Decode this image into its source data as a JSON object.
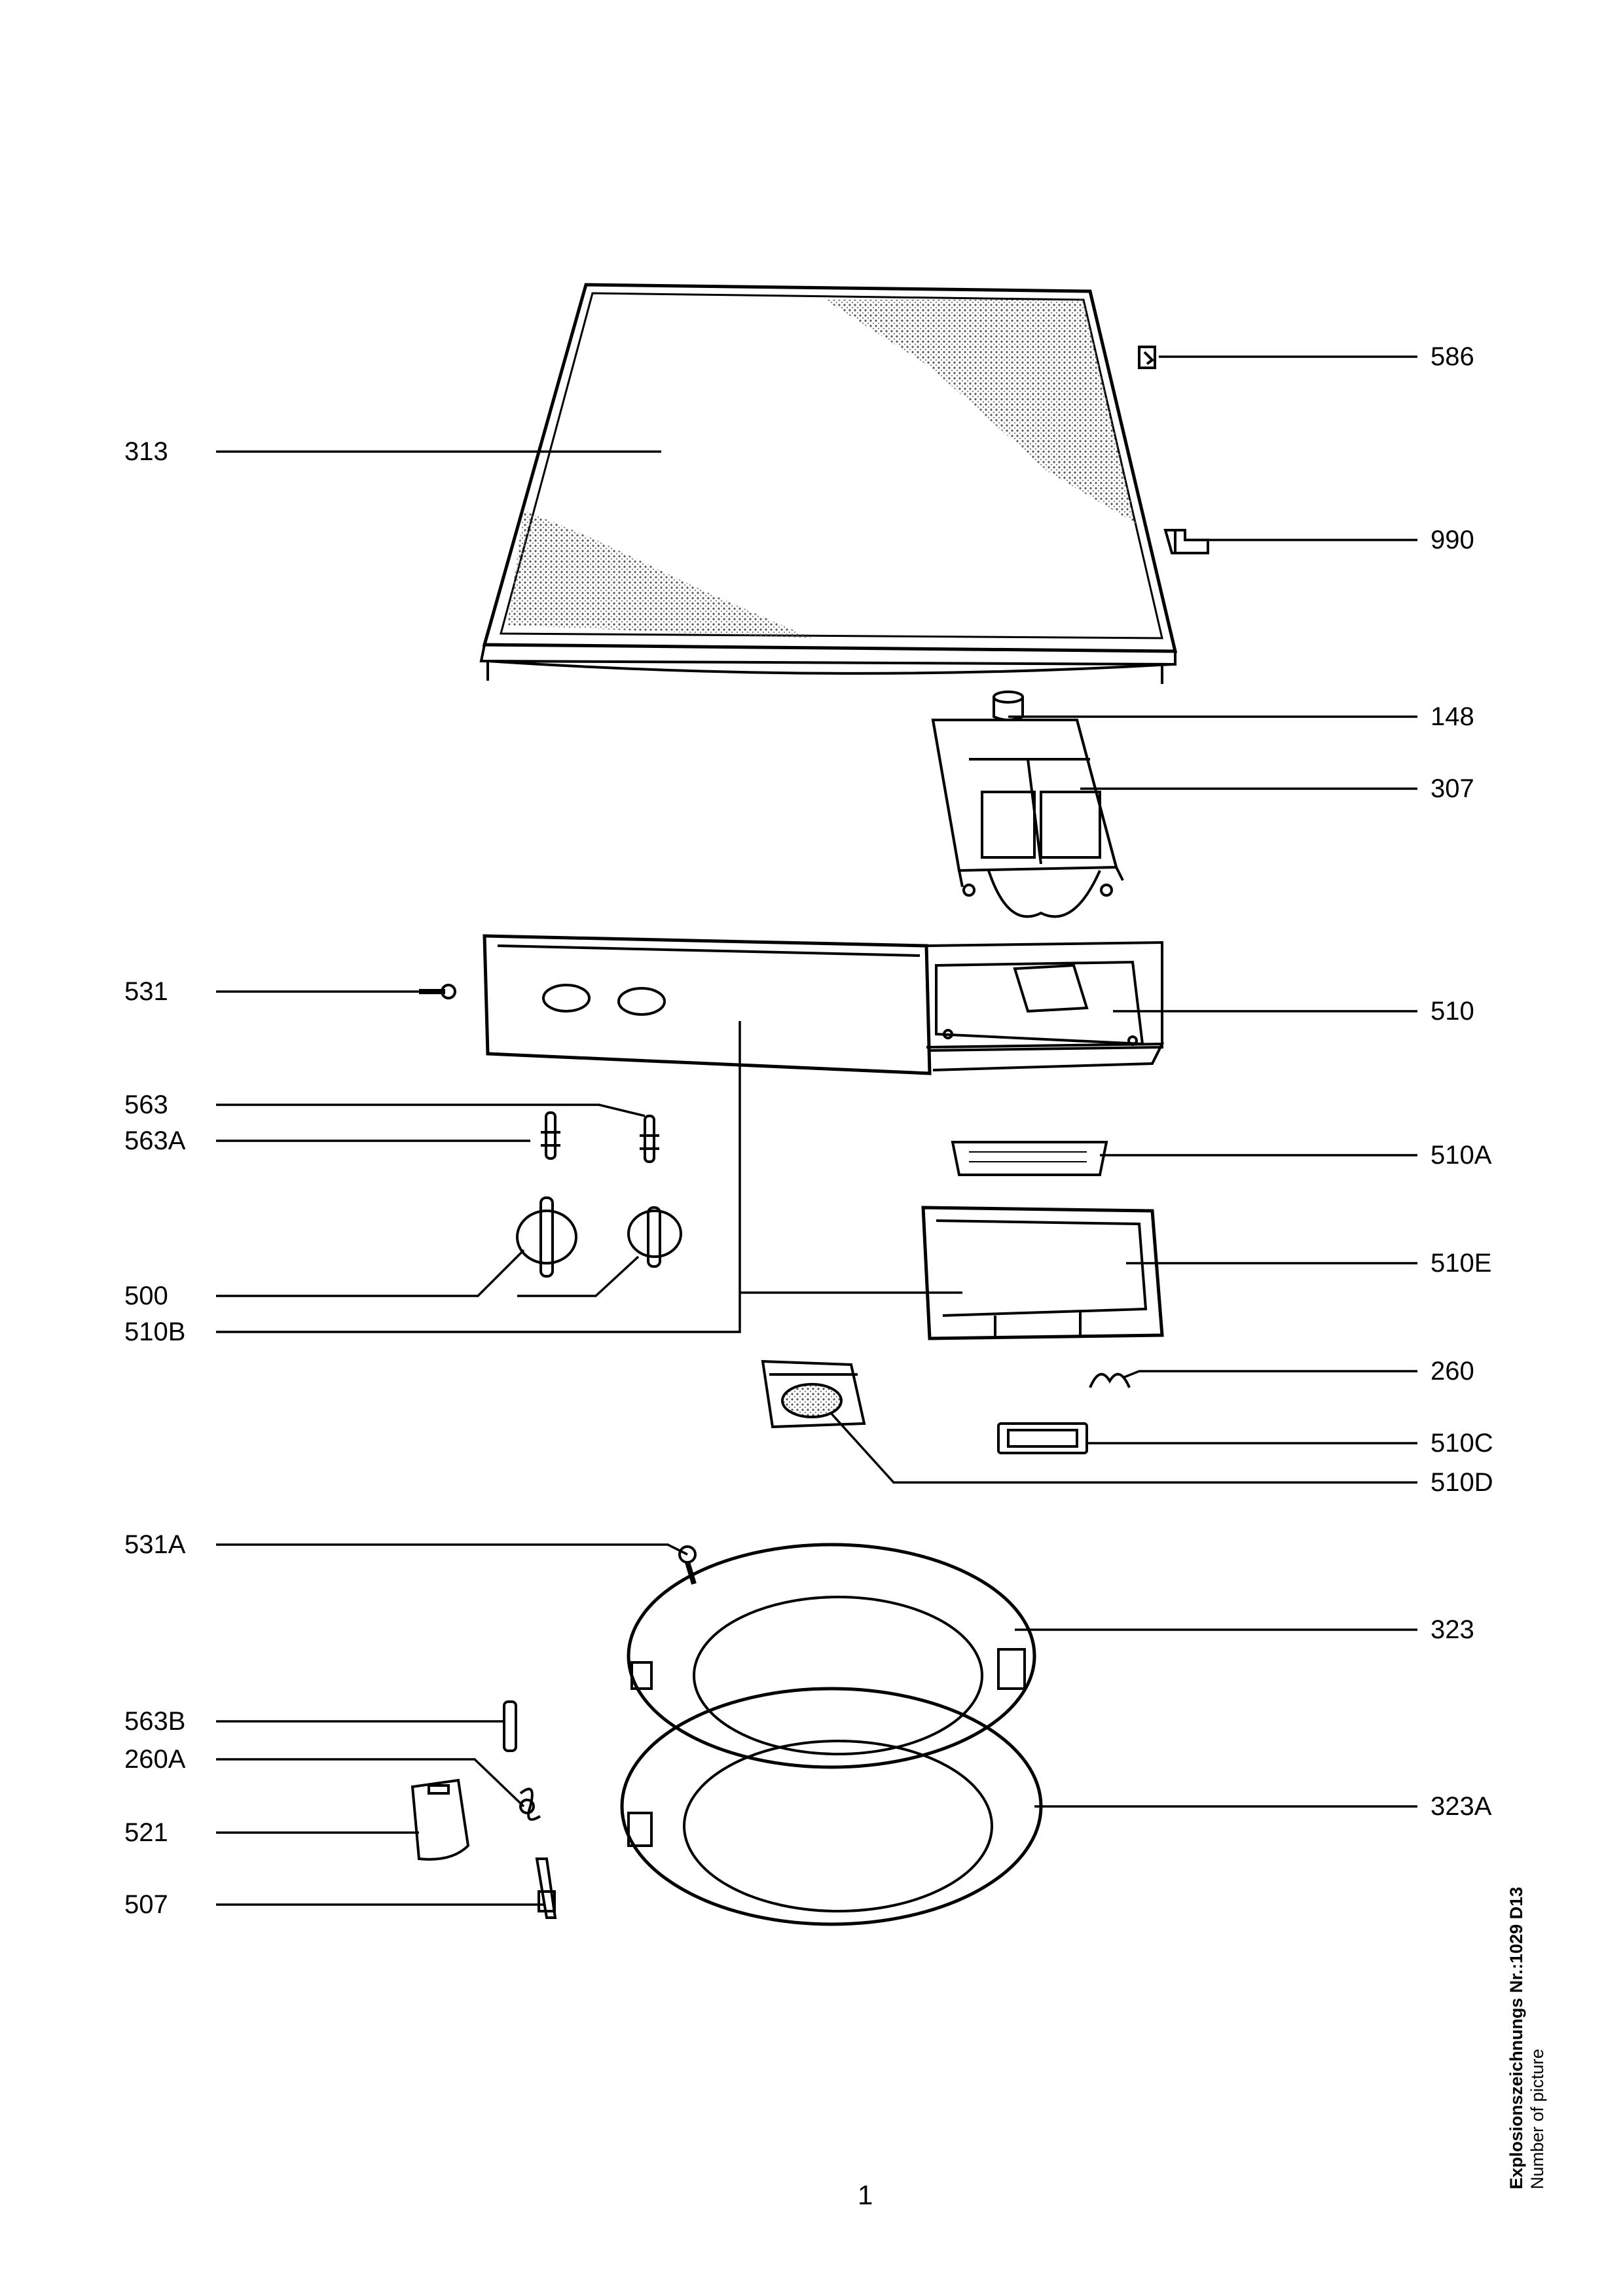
{
  "labels": {
    "p586": "586",
    "p313": "313",
    "p990": "990",
    "p148": "148",
    "p307": "307",
    "p531": "531",
    "p510": "510",
    "p563": "563",
    "p563A": "563A",
    "p510A": "510A",
    "p500": "500",
    "p510E": "510E",
    "p510B": "510B",
    "p260": "260",
    "p510C": "510C",
    "p510D": "510D",
    "p531A": "531A",
    "p323": "323",
    "p563B": "563B",
    "p260A": "260A",
    "p323A": "323A",
    "p521": "521",
    "p507": "507"
  },
  "side_text": {
    "title": "Explosionszeichnungs Nr.:1029 D13",
    "subtitle": "Number of picture"
  },
  "page_number": "1"
}
